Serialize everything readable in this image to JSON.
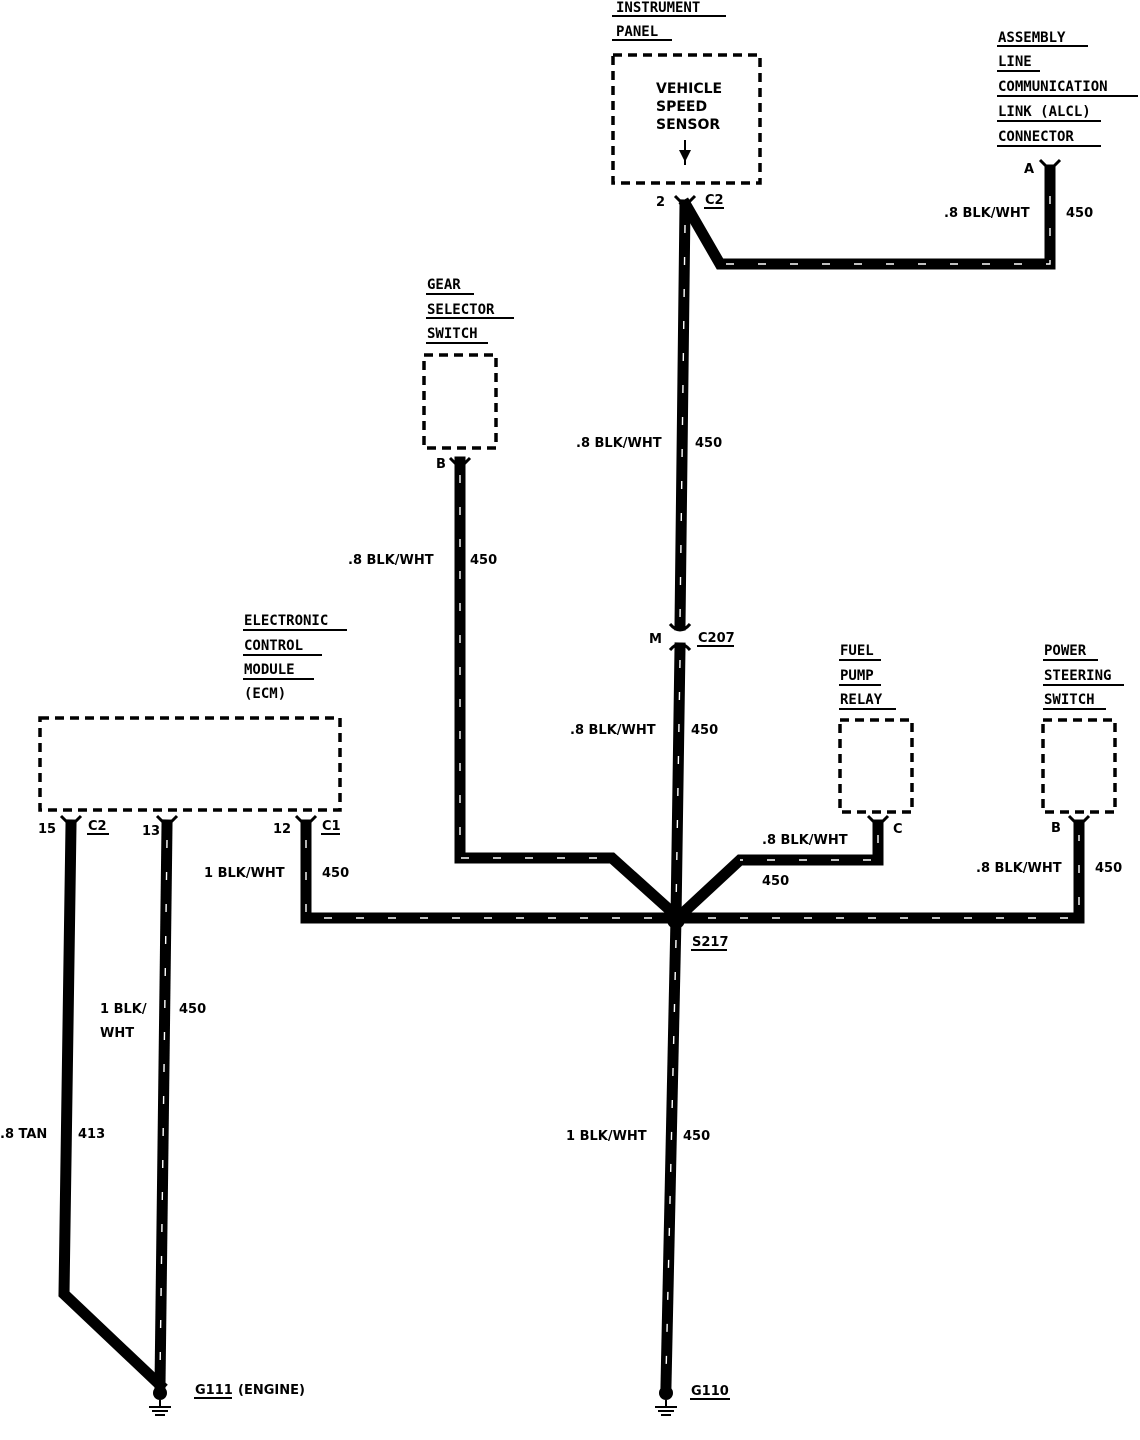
{
  "components": {
    "instrument_panel": [
      "INSTRUMENT",
      "PANEL"
    ],
    "vehicle_speed_sensor": [
      "VEHICLE",
      "SPEED",
      "SENSOR"
    ],
    "alcl": [
      "ASSEMBLY",
      "LINE",
      "COMMUNICATION",
      "LINK (ALCL)",
      "CONNECTOR"
    ],
    "gear_selector": [
      "GEAR",
      "SELECTOR",
      "SWITCH"
    ],
    "ecm": [
      "ELECTRONIC",
      "CONTROL",
      "MODULE",
      "(ECM)"
    ],
    "fuel_pump_relay": [
      "FUEL",
      "PUMP",
      "RELAY"
    ],
    "power_steering": [
      "POWER",
      "STEERING",
      "SWITCH"
    ]
  },
  "pins": {
    "vss_pin": "2",
    "vss_conn": "C2",
    "alcl_pin": "A",
    "gear_pin": "B",
    "c207_pin": "M",
    "c207": "C207",
    "ecm_pin15": "15",
    "ecm_c2": "C2",
    "ecm_pin13": "13",
    "ecm_pin12": "12",
    "ecm_c1": "C1",
    "fuel_pin": "C",
    "ps_pin": "B",
    "splice": "S217"
  },
  "wires": {
    "alcl": {
      "label": ".8 BLK/WHT",
      "circuit": "450"
    },
    "vss": {
      "label": ".8 BLK/WHT",
      "circuit": "450"
    },
    "gear": {
      "label": ".8 BLK/WHT",
      "circuit": "450"
    },
    "c207_below": {
      "label": ".8 BLK/WHT",
      "circuit": "450"
    },
    "ecm12": {
      "label": "1 BLK/WHT",
      "circuit": "450"
    },
    "fuel": {
      "label": ".8 BLK/WHT",
      "circuit": "450"
    },
    "ps": {
      "label": ".8 BLK/WHT",
      "circuit": "450"
    },
    "ecm13": {
      "label1": "1 BLK/",
      "label2": "WHT",
      "circuit": "450"
    },
    "ecm15": {
      "label": ".8 TAN",
      "circuit": "413"
    },
    "ground_main": {
      "label": "1 BLK/WHT",
      "circuit": "450"
    }
  },
  "grounds": {
    "g111_id": "G111",
    "g111_note": "(ENGINE)",
    "g110_id": "G110"
  }
}
